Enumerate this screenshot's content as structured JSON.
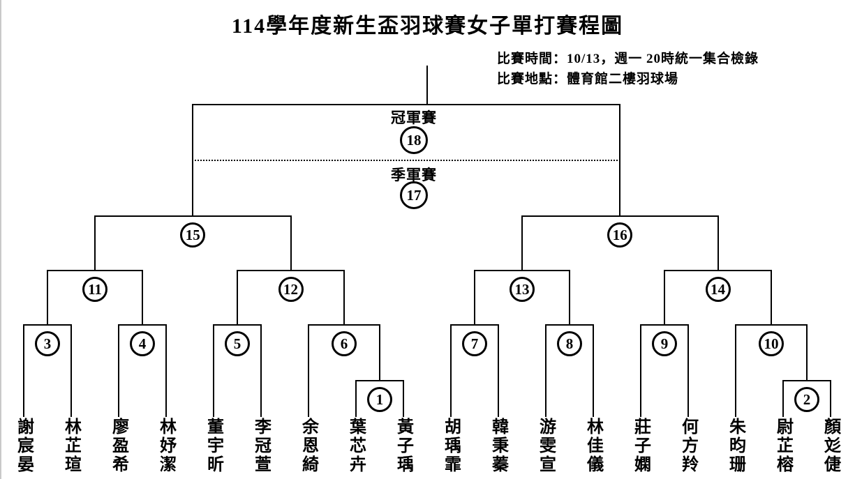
{
  "header": {
    "title": "114學年度新生盃羽球賽女子單打賽程圖"
  },
  "info": {
    "time": "比賽時間：10/13，週一 20時統一集合檢錄",
    "venue": "比賽地點：體育館二樓羽球場"
  },
  "finals": {
    "champion_label": "冠軍賽",
    "champion_match": "18",
    "third_place_label": "季軍賽",
    "third_place_match": "17"
  },
  "colors": {
    "line": "#000000",
    "text": "#000000",
    "background": "#ffffff"
  },
  "bracket": {
    "root": {
      "match": "18",
      "children": [
        {
          "match": "15",
          "children": [
            {
              "match": "11",
              "children": [
                {
                  "match": "3",
                  "children": [
                    {
                      "player": "謝宸晏"
                    },
                    {
                      "player": "林芷瑄"
                    }
                  ]
                },
                {
                  "match": "4",
                  "children": [
                    {
                      "player": "廖盈希"
                    },
                    {
                      "player": "林妤潔"
                    }
                  ]
                }
              ]
            },
            {
              "match": "12",
              "children": [
                {
                  "match": "5",
                  "children": [
                    {
                      "player": "董宇昕"
                    },
                    {
                      "player": "李冠萱"
                    }
                  ]
                },
                {
                  "match": "6",
                  "children": [
                    {
                      "player": "余恩綺"
                    },
                    {
                      "match": "1",
                      "children": [
                        {
                          "player": "葉芯卉"
                        },
                        {
                          "player": "黃子瑀"
                        }
                      ]
                    }
                  ]
                }
              ]
            }
          ]
        },
        {
          "match": "16",
          "children": [
            {
              "match": "13",
              "children": [
                {
                  "match": "7",
                  "children": [
                    {
                      "player": "胡瑀霏"
                    },
                    {
                      "player": "韓秉蓁"
                    }
                  ]
                },
                {
                  "match": "8",
                  "children": [
                    {
                      "player": "游雯宣"
                    },
                    {
                      "player": "林佳儀"
                    }
                  ]
                }
              ]
            },
            {
              "match": "14",
              "children": [
                {
                  "match": "9",
                  "children": [
                    {
                      "player": "莊子嫻"
                    },
                    {
                      "player": "何方羚"
                    }
                  ]
                },
                {
                  "match": "10",
                  "children": [
                    {
                      "player": "朱昀珊"
                    },
                    {
                      "match": "2",
                      "children": [
                        {
                          "player": "尉芷榕"
                        },
                        {
                          "player": "顏彣倢"
                        }
                      ]
                    }
                  ]
                }
              ]
            }
          ]
        }
      ]
    }
  }
}
